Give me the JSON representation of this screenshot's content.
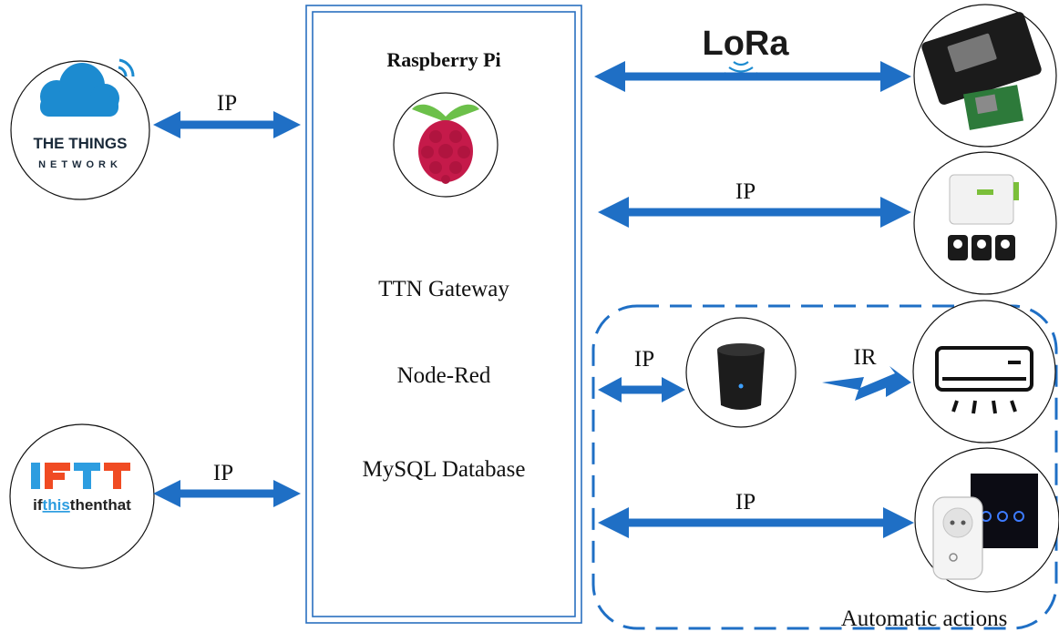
{
  "colors": {
    "arrow": "#1f6fc5",
    "pi_border": "#2a6fbf",
    "dashed_border": "#1f6fc5",
    "circle_border": "#111111",
    "ttn_cloud": "#1c8bd0",
    "ttn_text": "#1a2a3a",
    "ifttt_bar_1": "#2d9de0",
    "ifttt_bar_2": "#f04b23",
    "ifttt_bar_3": "#2d9de0",
    "ifttt_bar_4": "#f04b23",
    "ifttt_bar_5": "#2d9de0",
    "raspberry_red": "#c51a4a",
    "raspberry_leaf": "#6cc04a"
  },
  "raspberry_pi": {
    "title": "Raspberry Pi",
    "services": [
      "TTN Gateway",
      "Node-Red",
      "MySQL Database"
    ]
  },
  "links": {
    "ttn": "IP",
    "ifttt": "IP",
    "lora_node": "",
    "energy_meter": "IP",
    "ir_hub": "IP",
    "ir": "IR",
    "smart_switch": "IP"
  },
  "logos": {
    "ttn_line1": "THE THINGS",
    "ttn_line2": "NETWORK",
    "lora": "LoRa",
    "ifttt": "IFTTT",
    "ifttt_if": "if",
    "ifttt_this": "this",
    "ifttt_then": "then",
    "ifttt_that": "that"
  },
  "group_label": "Automatic actions",
  "icons": {
    "ttn": "the-things-network-logo",
    "ifttt": "ifttt-logo",
    "raspberry": "raspberry-pi-logo",
    "lora_device": "lora-microcontroller-board",
    "energy_meter": "energy-meter-with-clamps",
    "ir_hub": "ir-blaster-hub",
    "air_conditioner": "air-conditioner-icon",
    "smart_plug": "smart-plug-and-switch"
  }
}
